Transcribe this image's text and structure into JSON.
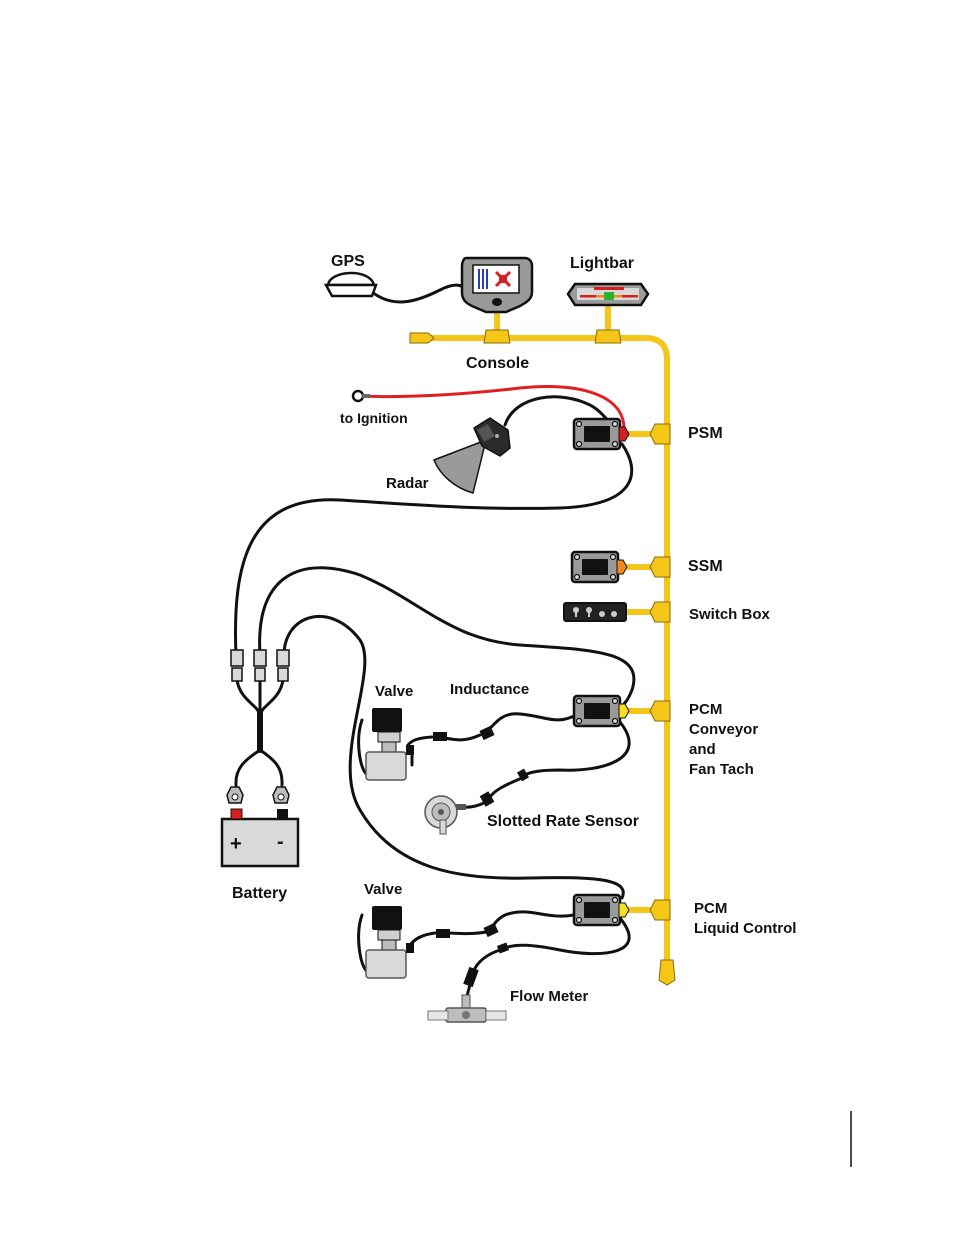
{
  "labels": {
    "gps": "GPS",
    "lightbar": "Lightbar",
    "console": "Console",
    "to_ignition": "to Ignition",
    "radar": "Radar",
    "psm": "PSM",
    "ssm": "SSM",
    "switch_box": "Switch Box",
    "valve_top": "Valve",
    "inductance": "Inductance",
    "pcm_conveyor_line1": "PCM",
    "pcm_conveyor_line2": "Conveyor",
    "pcm_conveyor_line3": "and",
    "pcm_conveyor_line4": "Fan Tach",
    "slotted_rate_sensor": "Slotted Rate Sensor",
    "battery": "Battery",
    "battery_plus": "+",
    "battery_minus": "-",
    "valve_bottom": "Valve",
    "pcm_liquid_line1": "PCM",
    "pcm_liquid_line2": "Liquid Control",
    "flow_meter": "Flow Meter"
  },
  "colors": {
    "bus": "#f5c518",
    "wire": "#111111",
    "ignition_wire": "#e02020",
    "psm_connector": "#d62020",
    "ssm_connector": "#f08a1c",
    "pcm_connector": "#f5e020",
    "battery_positive": "#d62020",
    "battery_negative": "#111111"
  },
  "icons": [
    "gps-antenna-icon",
    "console-icon",
    "lightbar-icon",
    "radar-icon",
    "module-icon",
    "switch-box-icon",
    "valve-icon",
    "sensor-icon",
    "flow-meter-icon",
    "battery-icon"
  ]
}
